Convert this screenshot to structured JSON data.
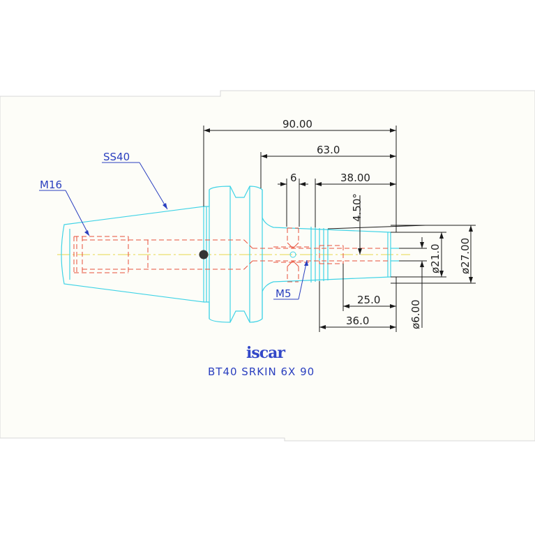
{
  "drawing": {
    "title": "BT40 SRKIN 6X 90",
    "logo": "iscar",
    "labels": {
      "taper": "SS40",
      "thread_main": "M16",
      "thread_side": "M5"
    },
    "dimensions": {
      "overall_length": "90.00",
      "length_63": "63.0",
      "length_38": "38.00",
      "width_6": "6",
      "angle": "4.50°",
      "length_25": "25.0",
      "length_36": "36.0",
      "dia_21": "ø21.0",
      "dia_27": "ø27.00",
      "dia_6": "ø6.00"
    },
    "colors": {
      "background": "#fdfdf8",
      "body_outline": "#3fd3e6",
      "hidden_lines": "#e8503a",
      "dimension_lines": "#1a1a1a",
      "labels": "#2a3fbf",
      "centerline": "#e8d84a"
    }
  }
}
